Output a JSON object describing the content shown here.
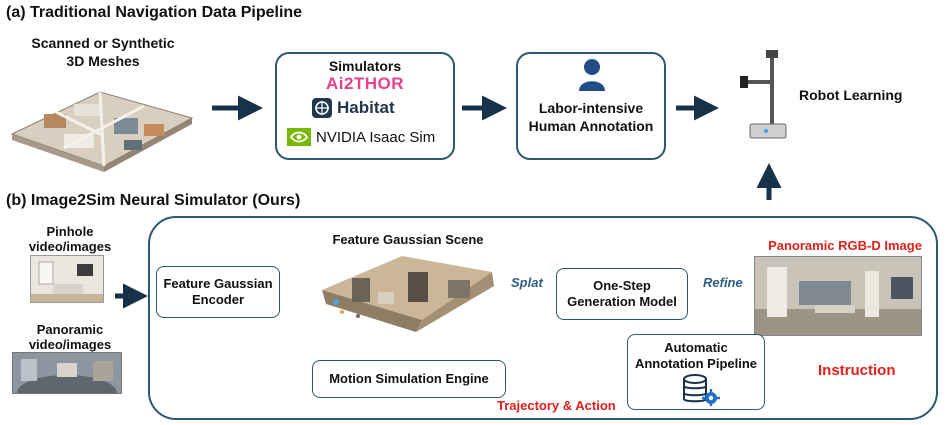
{
  "section_a": {
    "title": "(a) Traditional Navigation Data Pipeline",
    "meshes_label_line1": "Scanned or Synthetic",
    "meshes_label_line2": "3D Meshes",
    "simulators": {
      "title": "Simulators",
      "items": [
        "Ai2THOR",
        "Habitat",
        "NVIDIA Isaac Sim"
      ]
    },
    "annotation_line1": "Labor-intensive",
    "annotation_line2": "Human Annotation",
    "robot_label": "Robot Learning"
  },
  "section_b": {
    "title": "(b) Image2Sim Neural Simulator (Ours)",
    "pinhole_line1": "Pinhole",
    "pinhole_line2": "video/images",
    "panoramic_line1": "Panoramic",
    "panoramic_line2": "video/images",
    "encoder_line1": "Feature Gaussian",
    "encoder_line2": "Encoder",
    "scene_title": "Feature Gaussian Scene",
    "splat_label": "Splat",
    "generation_line1": "One-Step",
    "generation_line2": "Generation Model",
    "refine_label": "Refine",
    "rgbd_title": "Panoramic RGB-D Image",
    "motion_engine": "Motion Simulation Engine",
    "trajectory_label": "Trajectory & Action",
    "auto_line1": "Automatic",
    "auto_line2": "Annotation Pipeline",
    "instruction": "Instruction"
  },
  "colors": {
    "arrow": "#17324a",
    "box_border": "#2b5a6b",
    "accent_red": "#e0201b",
    "accent_blue": "#2e5f8a"
  },
  "icons": [
    "person-icon",
    "database-gear-icon",
    "robot-icon",
    "habitat-logo-icon",
    "nvidia-logo-icon"
  ]
}
